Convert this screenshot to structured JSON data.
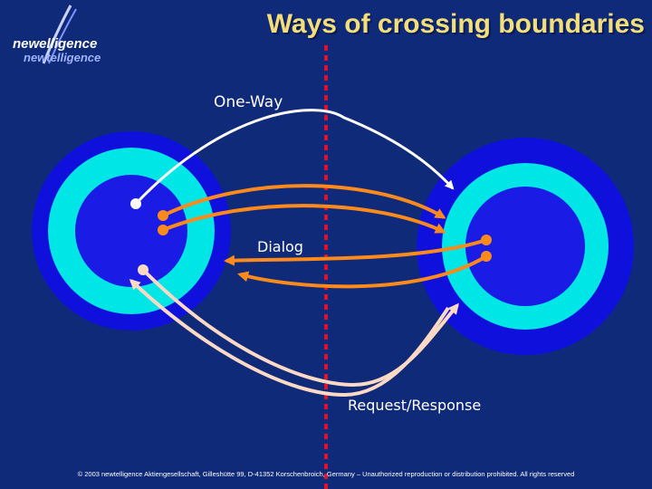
{
  "slide": {
    "title": "Ways of crossing boundaries",
    "logo": {
      "primary": "newelligence",
      "secondary": "newtelligence"
    },
    "labels": {
      "one_way": "One-Way",
      "dialog": "Dialog",
      "request_response": "Request/Response"
    },
    "footer": "© 2003 newtelligence Aktiengesellschaft, Gilleshütte 99, D-41352 Korschenbroich, Germany – Unauthorized reproduction or distribution prohibited. All rights reserved"
  },
  "colors": {
    "background": "#0f2a78",
    "title": "#f2df7a",
    "outer_ring": "#1010dd",
    "middle_ring": "#00e5e5",
    "inner_core": "#1b1be6",
    "one_way_arrow": "#ffffff",
    "dialog_arrow": "#ff8a1c",
    "request_response_arrow": "#ffd9c4",
    "boundary_line": "#e0102a"
  }
}
